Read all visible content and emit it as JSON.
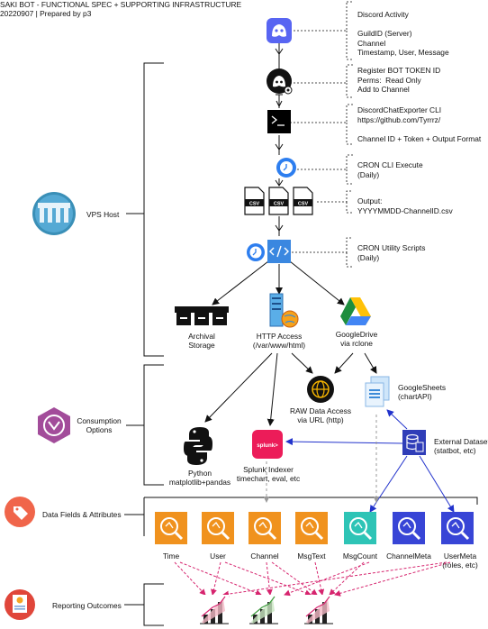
{
  "header": {
    "title": "SAKI BOT - FUNCTIONAL SPEC + SUPPORTING INFRASTRUCTURE",
    "subtitle": "20220907 | Prepared by p3"
  },
  "annotations": {
    "discord_activity": [
      "Discord Activity",
      "",
      "GuildID (Server)",
      "Channel",
      "Timestamp, User, Message"
    ],
    "bot_token": [
      "Register BOT TOKEN ID",
      "Perms:  Read Only",
      "Add to Channel"
    ],
    "exporter": [
      "DiscordChatExporter CLI",
      "https://github.com/Tyrrrz/",
      "",
      "Channel ID + Token + Output Format"
    ],
    "cron_cli": [
      "CRON CLI Execute",
      "(Daily)"
    ],
    "output": [
      "Output:",
      "YYYYMMDD-ChannelID.csv"
    ],
    "cron_util": [
      "CRON Utility Scripts",
      "(Daily)"
    ]
  },
  "csv_label": "CSV",
  "storage": {
    "archival": "Archival\nStorage",
    "http": "HTTP Access\n(/var/www/html)",
    "gdrive": "GoogleDrive\nvia rclone"
  },
  "consumption": {
    "raw": "RAW Data Access\nvia URL (http)",
    "sheets": "GoogleSheets\n(chartAPI)",
    "python": "Python\nmatplotlib+pandas",
    "splunk": "Splunk Indexer\ntimechart, eval, etc",
    "splunk_logo": "splunk>",
    "external": "External Dataset\n(statbot, etc)"
  },
  "left_groups": {
    "vps": "VPS Host",
    "consumption": "Consumption\nOptions",
    "fields": "Data Fields & Attributes",
    "reporting": "Reporting Outcomes"
  },
  "fields": [
    "Time",
    "User",
    "Channel",
    "MsgText",
    "MsgCount",
    "ChannelMeta",
    "UserMeta\n(roles, etc)"
  ],
  "colors": {
    "discord": "#5865F2",
    "orange": "#F0921E",
    "teal": "#2EC4B6",
    "blue": "#3845D6",
    "red_dashed": "#D6246E",
    "arrow_blue": "#2233CC",
    "sheets_blue": "#3D8BD8",
    "vps_teal": "#3A8FB7",
    "consumption_purple": "#A24C9A",
    "tag_orange": "#F0654A"
  }
}
